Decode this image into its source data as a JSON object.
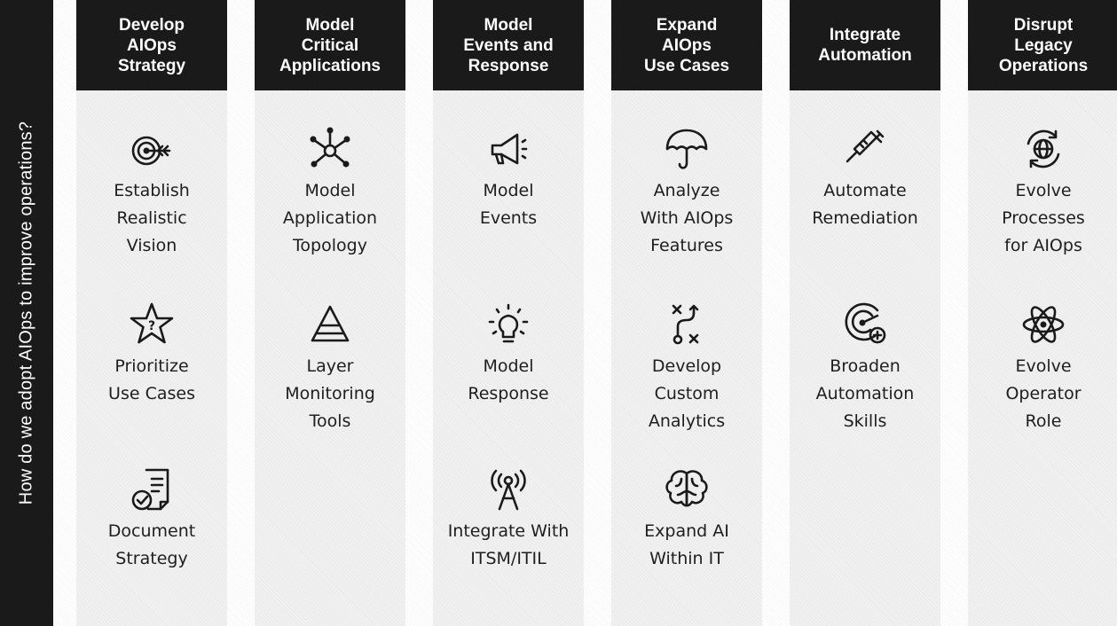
{
  "side_question": "How do we adopt AIOps to improve operations?",
  "columns": [
    {
      "header": "Develop\nAIOps\nStrategy",
      "items": [
        {
          "label": "Establish\nRealistic\nVision",
          "icon": "target-icon"
        },
        {
          "label": "Prioritize\nUse Cases",
          "icon": "star-question-icon"
        },
        {
          "label": "Document\nStrategy",
          "icon": "document-check-icon"
        }
      ]
    },
    {
      "header": "Model\nCritical\nApplications",
      "items": [
        {
          "label": "Model\nApplication\nTopology",
          "icon": "network-hub-icon"
        },
        {
          "label": "Layer\nMonitoring\nTools",
          "icon": "pyramid-icon"
        }
      ]
    },
    {
      "header": "Model\nEvents and\nResponse",
      "items": [
        {
          "label": "Model\nEvents",
          "icon": "megaphone-icon"
        },
        {
          "label": "Model\nResponse",
          "icon": "lightbulb-icon"
        },
        {
          "label": "Integrate With\nITSM/ITIL",
          "icon": "antenna-tower-icon"
        }
      ]
    },
    {
      "header": "Expand\nAIOps\nUse Cases",
      "items": [
        {
          "label": "Analyze\nWith AIOps\nFeatures",
          "icon": "umbrella-icon"
        },
        {
          "label": "Develop\nCustom\nAnalytics",
          "icon": "strategy-play-icon"
        },
        {
          "label": "Expand AI\nWithin IT",
          "icon": "brain-icon"
        }
      ]
    },
    {
      "header": "Integrate\nAutomation",
      "items": [
        {
          "label": "Automate\nRemediation",
          "icon": "syringe-icon"
        },
        {
          "label": "Broaden\nAutomation\nSkills",
          "icon": "radar-plus-icon"
        }
      ]
    },
    {
      "header": "Disrupt\nLegacy\nOperations",
      "items": [
        {
          "label": "Evolve\nProcesses\nfor AIOps",
          "icon": "globe-cycle-icon"
        },
        {
          "label": "Evolve\nOperator\nRole",
          "icon": "atom-icon"
        }
      ]
    }
  ]
}
